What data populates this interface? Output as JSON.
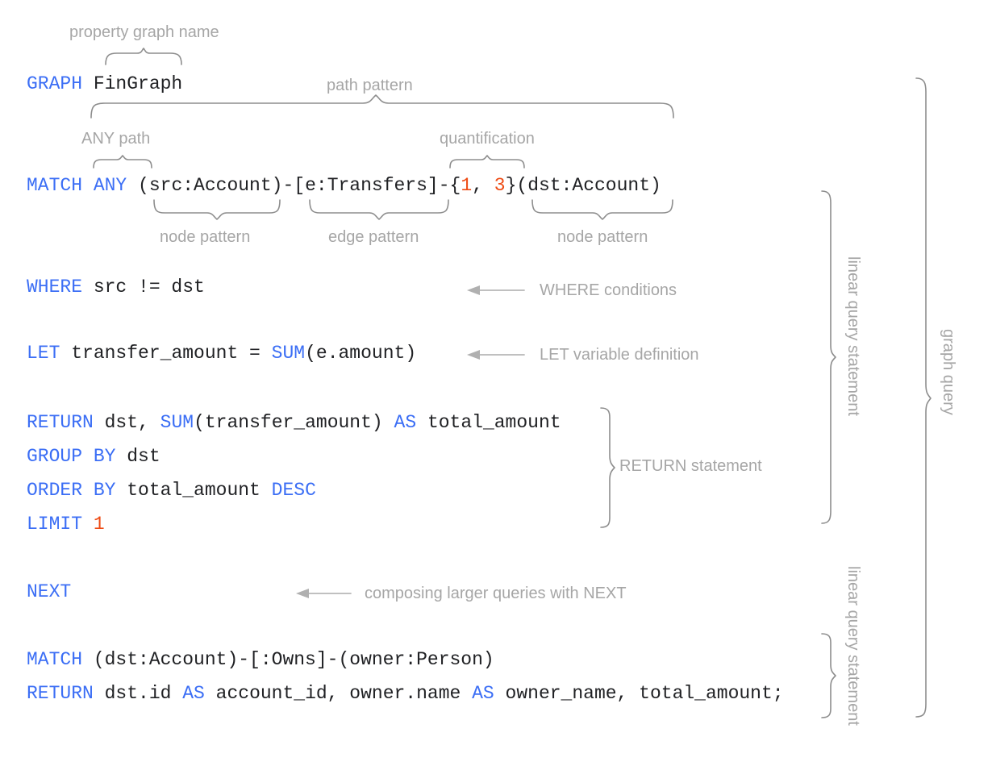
{
  "page": {
    "title": "GQL graph query annotated diagram",
    "background": "#ffffff",
    "colors": {
      "keyword": "#3b6ef5",
      "plain": "#202124",
      "number": "#ee4b14",
      "annotation": "#a6a6a6",
      "brace": "#8d8d8d",
      "arrow": "#b8b8b8"
    }
  },
  "code": {
    "line_graph": {
      "keyword": "GRAPH",
      "value": " FinGraph"
    },
    "line_match": {
      "keyword": "MATCH",
      "any": " ANY",
      "src_node": " (src:Account)",
      "dash1": "-",
      "edge": "[e:Transfers]",
      "dash2": "-",
      "brace_open": "{",
      "qty_min": "1",
      "qty_sep": ", ",
      "qty_max": "3",
      "brace_close": "}",
      "dst_node": "(dst:Account)"
    },
    "line_where": {
      "keyword": "WHERE",
      "expr": " src != dst"
    },
    "line_let": {
      "keyword": "LET",
      "lhs": " transfer_amount = ",
      "fn": "SUM",
      "args": "(e.amount)"
    },
    "line_return1": {
      "keyword": "RETURN",
      "mid1": " dst, ",
      "fn": "SUM",
      "mid2": "(transfer_amount) ",
      "as_kw": "AS",
      "tail": " total_amount"
    },
    "line_group": {
      "keyword": "GROUP BY",
      "tail": " dst"
    },
    "line_order": {
      "keyword": "ORDER BY",
      "mid": " total_amount ",
      "desc": "DESC"
    },
    "line_limit": {
      "keyword": "LIMIT",
      "value": "1"
    },
    "line_next": {
      "keyword": "NEXT"
    },
    "line_match2": {
      "keyword": "MATCH",
      "tail": " (dst:Account)-[:Owns]-(owner:Person)"
    },
    "line_return2": {
      "keyword": "RETURN",
      "mid1": " dst.id ",
      "as1": "AS",
      "mid2": " account_id, owner.name ",
      "as2": "AS",
      "tail": " owner_name, total_amount;"
    }
  },
  "annotations": {
    "property_graph_name": "property graph name",
    "path_pattern": "path pattern",
    "any_path": "ANY path",
    "quantification": "quantification",
    "node_pattern_left": "node pattern",
    "edge_pattern": "edge pattern",
    "node_pattern_right": "node pattern",
    "where_conditions": "WHERE conditions",
    "let_variable_definition": "LET variable definition",
    "return_statement": "RETURN statement",
    "composing_with_next": "composing larger queries with NEXT",
    "linear_query_statement_1": "linear query statement",
    "linear_query_statement_2": "linear query statement",
    "graph_query": "graph query"
  }
}
